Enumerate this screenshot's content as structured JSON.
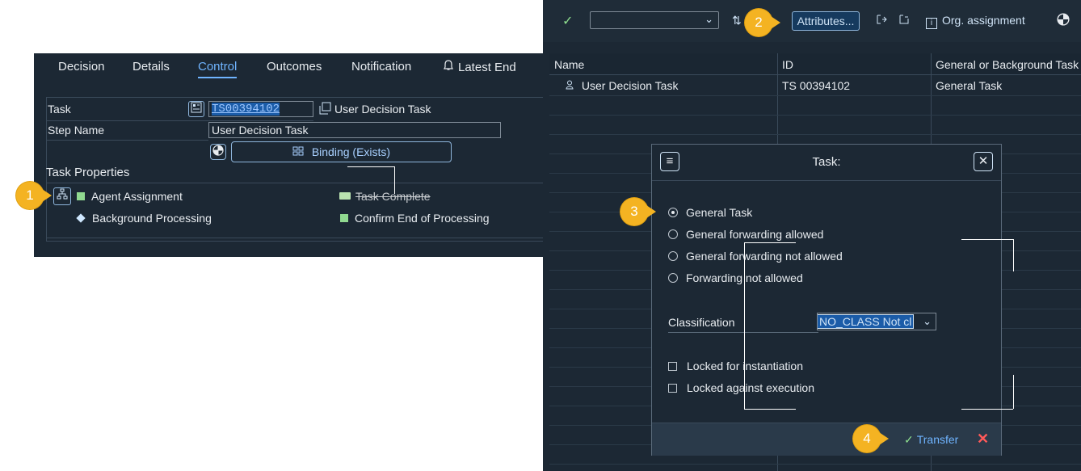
{
  "colors": {
    "panel_bg": "#1c2834",
    "accent_blue": "#6fb4ff",
    "callout": "#f4b322",
    "status_green": "#90d990",
    "cancel_red": "#ff5a5a"
  },
  "callouts": [
    "1",
    "2",
    "3",
    "4"
  ],
  "left": {
    "tabs": [
      "Decision",
      "Details",
      "Control",
      "Outcomes",
      "Notification",
      "Latest End"
    ],
    "active_tab": "Control",
    "task_label": "Task",
    "task_value": "TS00394102",
    "task_desc": "User Decision Task",
    "step_name_label": "Step Name",
    "step_name_value": "User Decision Task",
    "binding_label": "Binding (Exists)",
    "task_properties_title": "Task Properties",
    "props": {
      "agent_assignment": "Agent Assignment",
      "background_processing": "Background Processing",
      "task_complete": "Task Complete",
      "confirm_end": "Confirm End of Processing"
    }
  },
  "right": {
    "toolbar": {
      "attributes_label": "Attributes...",
      "org_assignment_label": "Org. assignment"
    },
    "table": {
      "columns": [
        "Name",
        "ID",
        "General or Background Task"
      ],
      "rows": [
        {
          "name": "User Decision Task",
          "id": "TS 00394102",
          "type": "General Task"
        }
      ]
    }
  },
  "dialog": {
    "title": "Task:",
    "radio_options": [
      "General Task",
      "General forwarding allowed",
      "General forwarding not allowed",
      "Forwarding not allowed"
    ],
    "selected_option": "General Task",
    "classification_label": "Classification",
    "classification_value": "NO_CLASS Not cl",
    "checkboxes": [
      {
        "label": "Locked for instantiation",
        "checked": false
      },
      {
        "label": "Locked against execution",
        "checked": false
      }
    ],
    "transfer_label": "Transfer"
  }
}
